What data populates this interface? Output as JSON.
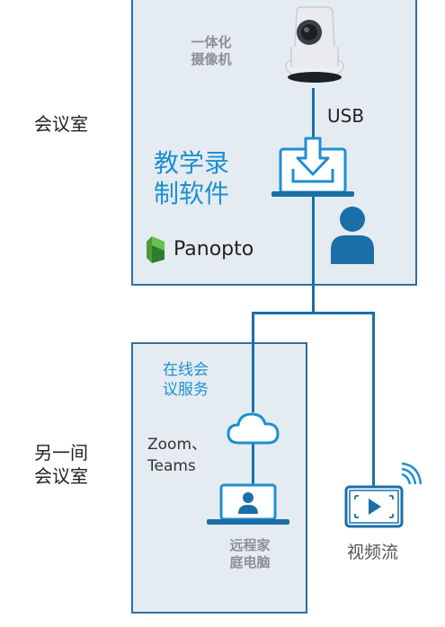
{
  "room_main": {
    "label": "会议室",
    "camera_label": [
      "一体化",
      "摄像机"
    ],
    "usb_label": "USB",
    "software_label": [
      "教学录",
      "制软件"
    ],
    "brand": "Panopto"
  },
  "room_other": {
    "label": [
      "另一间",
      "会议室"
    ],
    "service_label": [
      "在线会",
      "议服务"
    ],
    "apps_label": [
      "Zoom、",
      "Teams"
    ],
    "remote_pc_label": [
      "远程家",
      "庭电脑"
    ]
  },
  "video_stream": {
    "label": "视频流"
  },
  "colors": {
    "box_fill": "#e4ecf2",
    "box_border": "#2f6f9e",
    "accent": "#1e8fcf",
    "line": "#1b6fa8",
    "brand_green": "#3b8a3e"
  },
  "icons": [
    "camera-icon",
    "laptop-download-icon",
    "person-icon",
    "panopto-logo-icon",
    "cloud-icon",
    "laptop-person-icon",
    "video-stream-icon",
    "wifi-signal-icon"
  ]
}
